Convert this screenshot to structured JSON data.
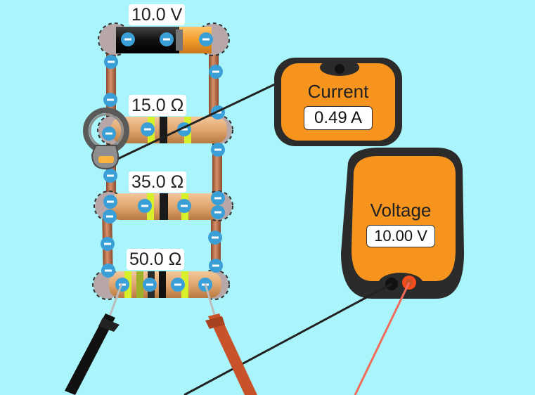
{
  "battery": {
    "voltage_label": "10.0 V"
  },
  "resistors": [
    {
      "label": "15.0 Ω"
    },
    {
      "label": "35.0 Ω"
    },
    {
      "label": "50.0 Ω"
    }
  ],
  "ammeter": {
    "title": "Current",
    "reading": "0.49 A"
  },
  "voltmeter": {
    "title": "Voltage",
    "reading": "10.00 V"
  },
  "colors": {
    "background": "#aaf5fb",
    "wire": "#c9865f",
    "meter_body": "#f7941d",
    "meter_shell": "#2b2b2b",
    "electron": "#3a9fd6",
    "probe_black": "#111111",
    "probe_red": "#c8532a"
  }
}
